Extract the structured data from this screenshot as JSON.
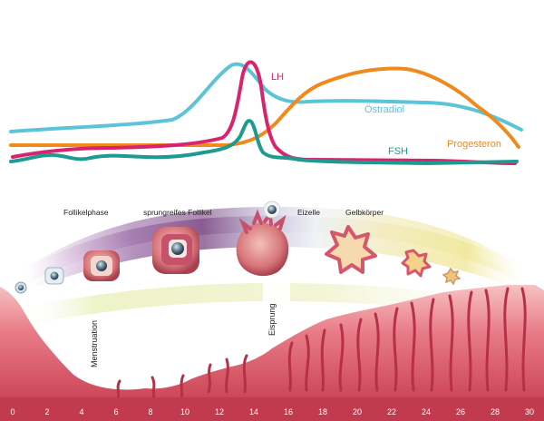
{
  "hormones": {
    "lh": {
      "label": "LH",
      "color": "#d8246e"
    },
    "oestradiol": {
      "label": "Östradiol",
      "color": "#5cc4d8"
    },
    "progesteron": {
      "label": "Progesteron",
      "color": "#f08a1c"
    },
    "fsh": {
      "label": "FSH",
      "color": "#1f9a92"
    }
  },
  "stages": {
    "follikelphase": "Follikelphase",
    "sprungreif": "sprungreifes Follikel",
    "eizelle": "Eizelle",
    "gelbkoerper": "Gelbkörper"
  },
  "phases": {
    "menstruation": "Menstruation",
    "eisprung": "Eisprung"
  },
  "day_axis": {
    "ticks": [
      "0",
      "2",
      "4",
      "6",
      "8",
      "10",
      "12",
      "14",
      "16",
      "18",
      "20",
      "22",
      "24",
      "26",
      "28",
      "30"
    ],
    "color": "#ffffff"
  },
  "colors": {
    "tissue_dark": "#c23a4e",
    "tissue_mid": "#e46f7c",
    "tissue_light": "#f4b6b8",
    "band_purple": "#8a5c92",
    "band_yellow": "#f1e9a0"
  }
}
